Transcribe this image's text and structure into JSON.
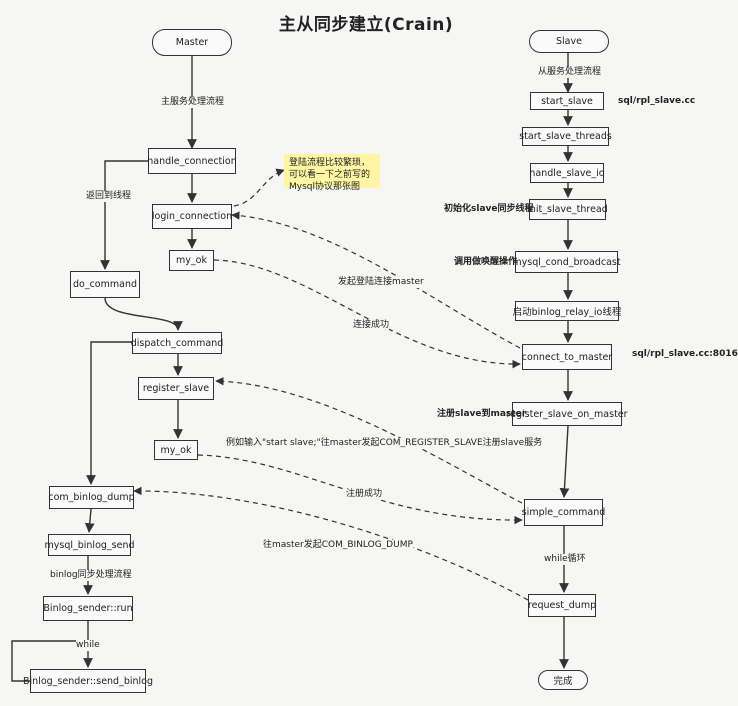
{
  "title": "主从同步建立(Crain)",
  "nodes": {
    "master": "Master",
    "handle_connection": "handle_connection",
    "login_connection": "login_connection",
    "my_ok_1": "my_ok",
    "do_command": "do_command",
    "dispatch_command": "dispatch_command",
    "register_slave": "register_slave",
    "my_ok_2": "my_ok",
    "com_binlog_dump": "com_binlog_dump",
    "mysql_binlog_send": "mysql_binlog_send",
    "binlog_sender_run": "Binlog_sender::run",
    "send_binlog": "Binlog_sender::send_binlog",
    "slave": "Slave",
    "start_slave": "start_slave",
    "start_slave_threads": "start_slave_threads",
    "handle_slave_io": "handle_slave_io",
    "init_slave_thread": "init_slave_thread",
    "mysql_cond_broadcast": "mysql_cond_broadcast",
    "start_relay_io": "启动binlog_relay_io线程",
    "connect_to_master": "connect_to_master",
    "register_slave_on_master": "register_slave_on_master",
    "simple_command": "simple_command",
    "request_dump": "request_dump",
    "done": "完成"
  },
  "labels": {
    "master_flow": "主服务处理流程",
    "return_thread": "返回到线程",
    "binlog_flow": "binlog同步处理流程",
    "while_master": "while",
    "slave_flow": "从服务处理流程",
    "sql_file_1": "sql/rpl_slave.cc",
    "init_slave": "初始化slave同步线程",
    "call_wake": "调用做唤醒操作",
    "sql_file_2": "sql/rpl_slave.cc:8016",
    "register_to_master": "注册slave到master",
    "while_loop": "while循环",
    "initiate_login": "发起登陆连接master",
    "connect_success": "连接成功",
    "example_input": "例如输入\"start slave;\"往master发起COM_REGISTER_SLAVE注册slave服务",
    "register_success": "注册成功",
    "send_binlog_dump": "往master发起COM_BINLOG_DUMP"
  },
  "note": {
    "text": "登陆流程比较繁琐，可以看一下之前写的Mysql协议那张图"
  },
  "colors": {
    "background": "#f6f6f4",
    "note": "#fef6a4",
    "line": "#333333"
  }
}
